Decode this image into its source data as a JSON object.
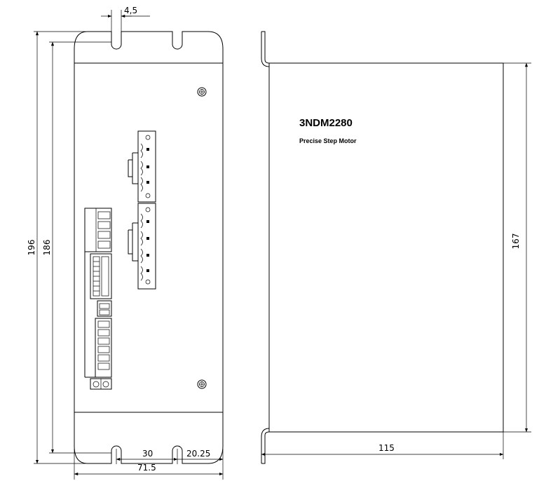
{
  "product": {
    "model": "3NDM2280",
    "description": "Precise Step Motor"
  },
  "dimensions": {
    "slot_width": "4,5",
    "total_height": "196",
    "mount_height": "186",
    "hole_spacing": "30",
    "edge_offset": "20.25",
    "total_width": "71.5",
    "side_depth": "115",
    "side_height": "167"
  },
  "colors": {
    "line": "#000000",
    "background": "#ffffff"
  }
}
